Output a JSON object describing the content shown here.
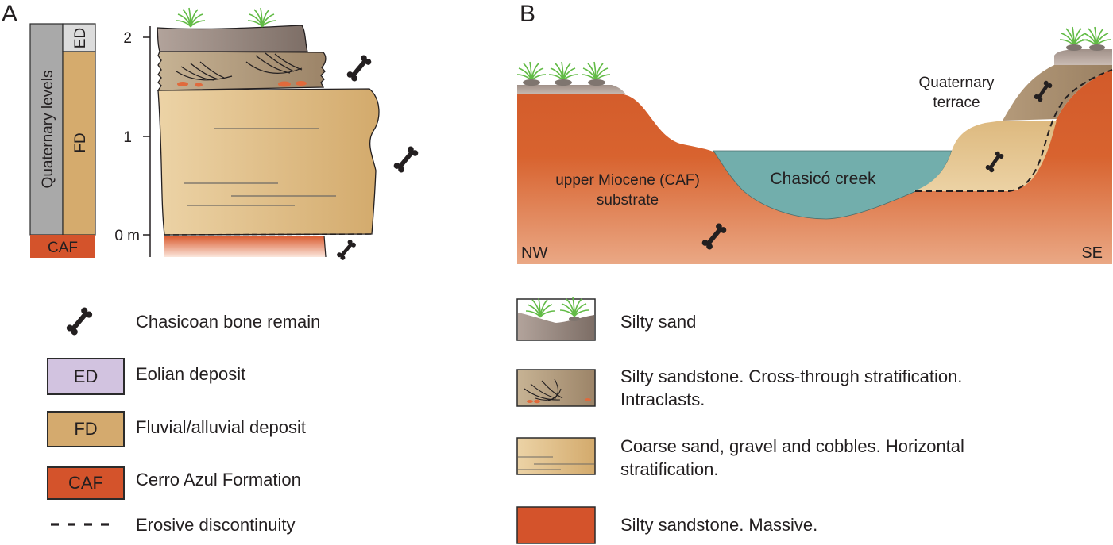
{
  "panels": {
    "a": {
      "letter": "A",
      "column": {
        "quaternary_label": "Quaternary levels",
        "ed_label": "ED",
        "fd_label": "FD",
        "caf_label": "CAF"
      },
      "scale": {
        "ticks": [
          "2",
          "1",
          "0 m"
        ],
        "values_m": [
          2,
          1,
          0
        ]
      }
    },
    "b": {
      "letter": "B",
      "labels": {
        "substrate_line1": "upper Miocene (CAF)",
        "substrate_line2": "substrate",
        "creek": "Chasicó creek",
        "terrace_line1": "Quaternary",
        "terrace_line2": "terrace",
        "nw": "NW",
        "se": "SE"
      }
    }
  },
  "legend_left": [
    {
      "symbol": "bone-icon",
      "label": "Chasicoan bone remain"
    },
    {
      "symbol": "box",
      "box_text": "ED",
      "color": "#d2c3e0",
      "label": "Eolian deposit"
    },
    {
      "symbol": "box",
      "box_text": "FD",
      "color": "#d4aa6e",
      "label": "Fluvial/alluvial deposit"
    },
    {
      "symbol": "box",
      "box_text": "CAF",
      "color": "#d4532b",
      "label": "Cerro Azul Formation"
    },
    {
      "symbol": "dashed-line",
      "label": "Erosive discontinuity"
    }
  ],
  "legend_right": [
    {
      "pattern": "silty-sand",
      "label": "Silty sand"
    },
    {
      "pattern": "cross-strat",
      "label": "Silty sandstone. Cross-through stratification.",
      "label2": "Intraclasts."
    },
    {
      "pattern": "horizontal-strat",
      "label": "Coarse sand, gravel and cobbles. Horizontal",
      "label2": "stratification."
    },
    {
      "pattern": "massive",
      "label": "Silty sandstone. Massive."
    }
  ],
  "colors": {
    "caf": "#d4532b",
    "fd": "#d4aa6e",
    "ed_column": "#d9d9d9",
    "quaternary_column": "#a8a8a8",
    "creek": "#72aeac",
    "silty_sand": "#8c7d75",
    "cross_strat": "#b09677",
    "grass": "#6cc24a"
  }
}
